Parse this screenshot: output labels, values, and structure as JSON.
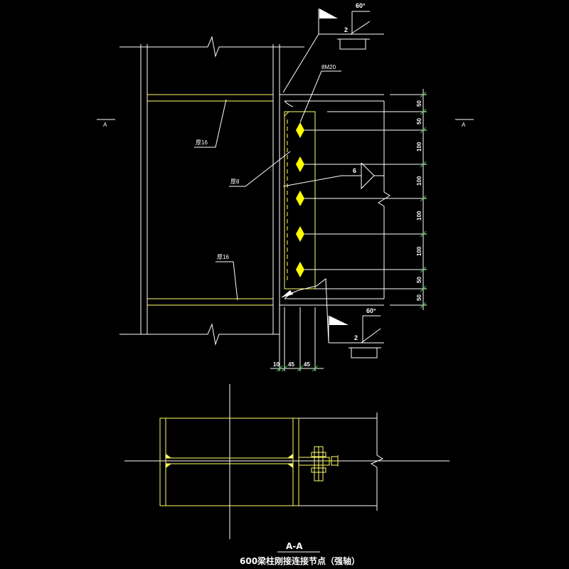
{
  "title": "600梁柱刚接连接节点（强轴）",
  "section_mark": "A-A",
  "section_tag": "A",
  "bolt_spec": "8M20",
  "thickness_labels": [
    "厚16",
    "厚8",
    "厚16"
  ],
  "weld_size": "6",
  "groove_angle": "60°",
  "groove_gap": "2",
  "vertical_dims": [
    "50",
    "50",
    "100",
    "100",
    "100",
    "100",
    "50",
    "50"
  ],
  "horizontal_dims": [
    "10",
    "45",
    "45"
  ],
  "colors": {
    "background": "#000000",
    "line": "#ffffff",
    "member": "#ffff66",
    "bolt": "#ffff00",
    "dim_tick": "#2ecc40"
  }
}
